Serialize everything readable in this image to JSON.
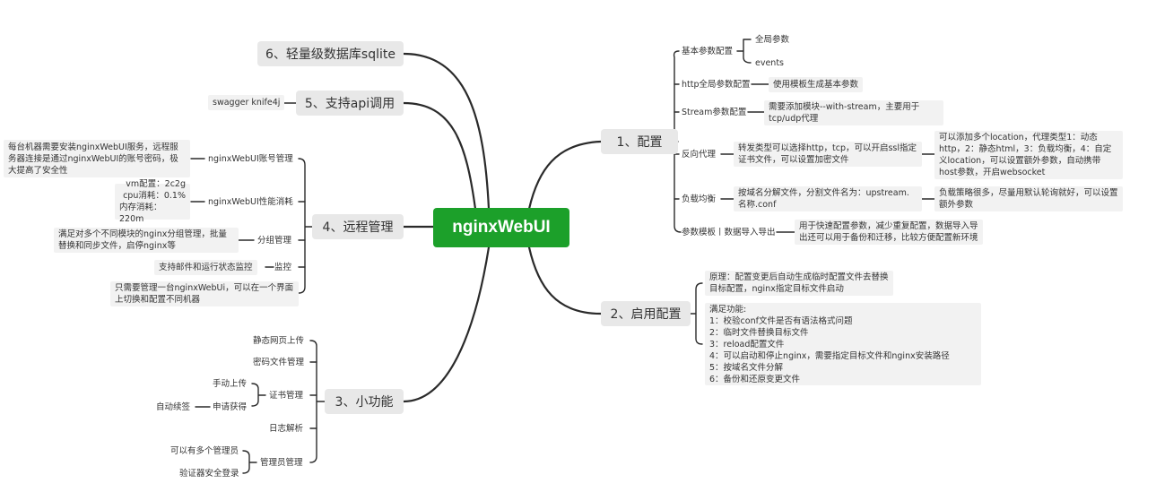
{
  "center": "nginxWebUI",
  "branches": {
    "config": {
      "label": "1、配置",
      "basic": {
        "label": "基本参数配置",
        "items": [
          "全局参数",
          "events"
        ]
      },
      "http": {
        "label": "http全局参数配置",
        "note": "使用模板生成基本参数"
      },
      "stream": {
        "label": "Stream参数配置",
        "note": "需要添加模块--with-stream，主要用于tcp/udp代理"
      },
      "proxy": {
        "label": "反向代理",
        "note": "转发类型可以选择http，tcp，可以开启ssl指定证书文件，可以设置加密文件",
        "detail": "可以添加多个location，代理类型1：动态http，2：静态html，3：负载均衡，4：自定义location，可以设置额外参数，自动携带host参数，开启websocket"
      },
      "lb": {
        "label": "负载均衡",
        "note": "按域名分解文件，分割文件名为：upstream.名称.conf",
        "detail": "负载策略很多，尽量用默认轮询就好，可以设置额外参数"
      },
      "template": {
        "label": "参数模板丨数据导入导出",
        "note": "用于快速配置参数，减少重复配置，数据导入导出还可以用于备份和迁移，比较方便配置新环境"
      }
    },
    "apply": {
      "label": "2、启用配置",
      "principle": "原理：配置变更后自动生成临时配置文件去替换目标配置，nginx指定目标文件启动",
      "features": [
        "满足功能:",
        "1：校验conf文件是否有语法格式问题",
        "2：临时文件替换目标文件",
        "3：reload配置文件",
        "4：可以启动和停止nginx，需要指定目标文件和nginx安装路径",
        "5：按域名文件分解",
        "6：备份和还原变更文件"
      ]
    },
    "tools": {
      "label": "3、小功能",
      "static": "静态网页上传",
      "password": "密码文件管理",
      "cert": {
        "label": "证书管理",
        "manual": "手动上传",
        "apply": "申请获得",
        "renew": "自动续签"
      },
      "log": "日志解析",
      "admin": {
        "label": "管理员管理",
        "multi": "可以有多个管理员",
        "auth": "验证器安全登录"
      }
    },
    "remote": {
      "label": "4、远程管理",
      "account": {
        "label": "nginxWebUI账号管理",
        "note": "每台机器需要安装nginxWebUI服务，远程服务器连接是通过nginxWebUI的账号密码，极大提高了安全性"
      },
      "perf": {
        "label": "nginxWebUI性能消耗",
        "lines": [
          "vm配置：2c2g",
          "cpu消耗：0.1%",
          "内存消耗：220m"
        ]
      },
      "group": {
        "label": "分组管理",
        "note": "满足对多个不同模块的nginx分组管理，批量替换和同步文件，启停nginx等"
      },
      "monitor": {
        "label": "监控",
        "note": "支持邮件和运行状态监控"
      },
      "single": "只需要管理一台nginxWebUi，可以在一个界面上切换和配置不同机器"
    },
    "api": {
      "label": "5、支持api调用",
      "note": "swagger knife4j"
    },
    "sqlite": {
      "label": "6、轻量级数据库sqlite"
    }
  }
}
